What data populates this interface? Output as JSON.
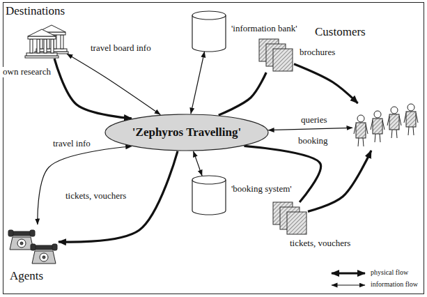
{
  "diagram": {
    "nodes": [
      {
        "text": [
          "Destinations"
        ]
      },
      {
        "text": [
          "'information bank'"
        ]
      },
      {
        "text": [
          "Customers"
        ]
      },
      {
        "text": [
          "'Zephyros Travelling'"
        ]
      },
      {
        "text": [
          "brochures"
        ]
      },
      {
        "text": [
          "tickets, vouchers"
        ]
      },
      {
        "text": [
          "Agents"
        ]
      },
      {
        "text": [
          "'booking system'"
        ]
      }
    ],
    "edges": [
      {
        "from": 0,
        "to": 3,
        "label": "travel board info",
        "arrow": "both"
      },
      {
        "from": 0,
        "to": 3,
        "label": "own research",
        "arrow": "to"
      },
      {
        "from": 1,
        "to": 3,
        "arrow": "both"
      },
      {
        "from": 3,
        "to": 4,
        "arrow": "none"
      },
      {
        "from": 4,
        "to": 2,
        "arrow": "to"
      },
      {
        "from": 3,
        "to": 2,
        "label": "queries",
        "arrow": "both"
      },
      {
        "from": 3,
        "to": 5,
        "arrow": "none"
      },
      {
        "from": 5,
        "to": 2,
        "arrow": "to"
      },
      {
        "from": 6,
        "to": 3,
        "label": "travel info",
        "arrow": "both"
      },
      {
        "from": 3,
        "to": 6,
        "label": "tickets, vouchers",
        "arrow": "to"
      },
      {
        "from": 7,
        "to": 3,
        "arrow": "both"
      }
    ],
    "labels": [
      "booking"
    ],
    "legend": [
      {
        "text": "physical flow"
      },
      {
        "text": "information flow"
      }
    ]
  }
}
